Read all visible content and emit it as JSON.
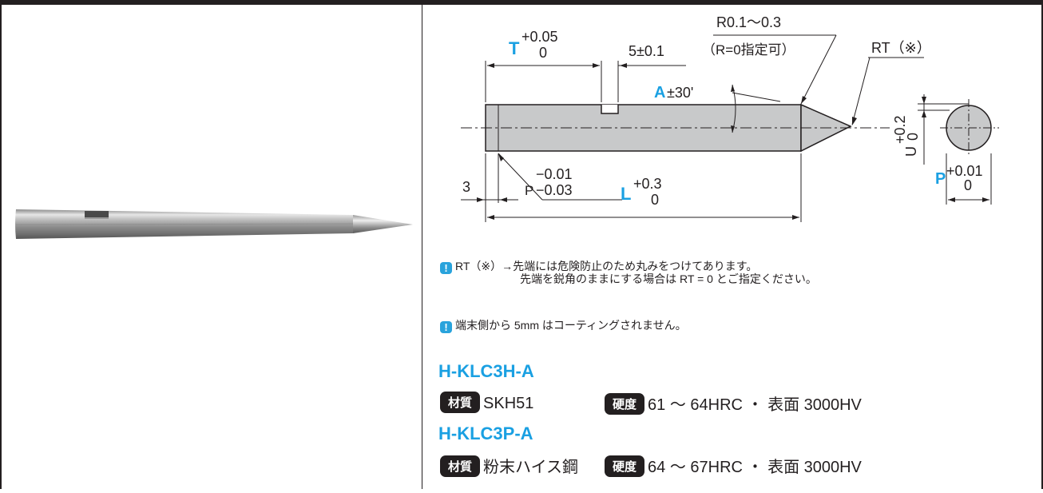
{
  "drawing": {
    "t_label": "T",
    "t_tol_upper": "+0.05",
    "t_tol_lower": "0",
    "groove_dim": "5±0.1",
    "radius_note": "R0.1〜0.3",
    "radius_note2": "（R=0指定可）",
    "rt_label": "RT（※）",
    "a_label": "A",
    "a_tol": "±30'",
    "u_label": "U",
    "u_tol_upper": "+0.2",
    "u_tol_lower": "0",
    "p_label": "P",
    "p_tol_upper": "+0.01",
    "p_tol_lower": "0",
    "p_small_label": "P",
    "p_small_tol_upper": "−0.01",
    "p_small_tol_lower": "−0.03",
    "three_dim": "3",
    "l_label": "L",
    "l_tol_upper": "+0.3",
    "l_tol_lower": "0"
  },
  "notes": {
    "icon": "!",
    "note1_line1": "RT（※）→先端には危険防止のため丸みをつけてあります。",
    "note1_line2": "先端を鋭角のままにする場合は RT = 0 とご指定ください。",
    "note2": "端末側から 5mm はコーティングされません。"
  },
  "products": [
    {
      "model": "H-KLC3H-A",
      "material_label": "材質",
      "material": "SKH51",
      "hardness_label": "硬度",
      "hardness": "61 〜 64HRC ・ 表面 3000HV"
    },
    {
      "model": "H-KLC3P-A",
      "material_label": "材質",
      "material": "粉末ハイス鋼",
      "hardness_label": "硬度",
      "hardness": "64 〜 67HRC ・ 表面 3000HV"
    }
  ],
  "colors": {
    "accent_blue": "#1aa0e2",
    "ink": "#231f20",
    "part_gray": "#c8c9ca"
  }
}
